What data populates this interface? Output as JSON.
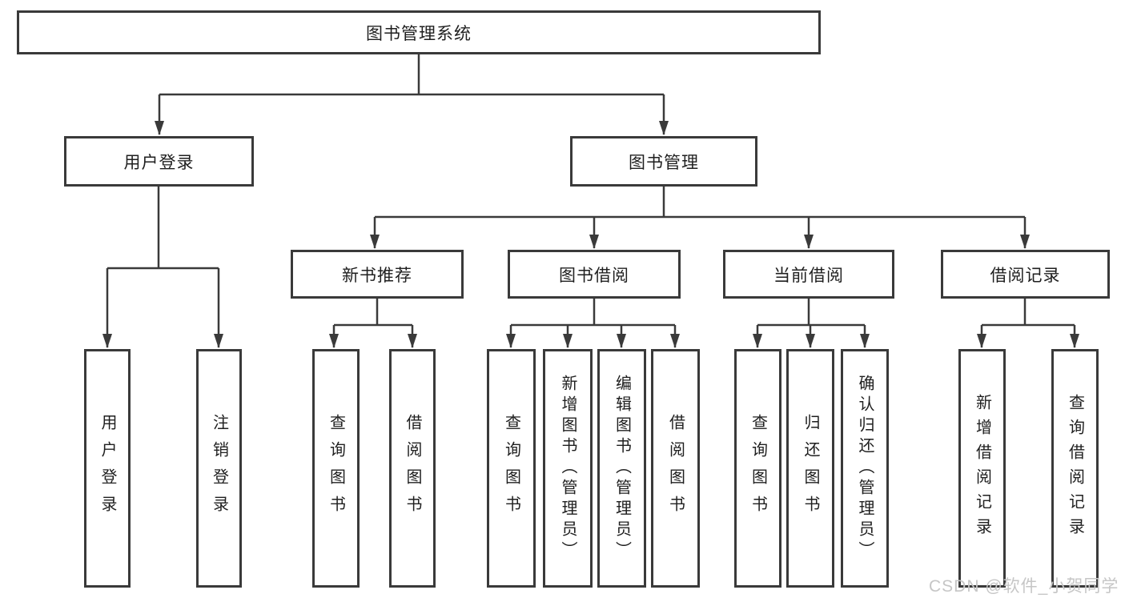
{
  "diagram": {
    "root": {
      "label": "图书管理系统"
    },
    "level2": [
      {
        "label": "用户登录"
      },
      {
        "label": "图书管理"
      }
    ],
    "level3": [
      {
        "label": "新书推荐"
      },
      {
        "label": "图书借阅"
      },
      {
        "label": "当前借阅"
      },
      {
        "label": "借阅记录"
      }
    ],
    "leaves": {
      "user_login": [
        {
          "label": "用户登录"
        },
        {
          "label": "注销登录"
        }
      ],
      "new_book_recommend": [
        {
          "label": "查询图书"
        },
        {
          "label": "借阅图书"
        }
      ],
      "book_borrow": [
        {
          "label": "查询图书"
        },
        {
          "label": "新增图书（管理员）"
        },
        {
          "label": "编辑图书（管理员）"
        },
        {
          "label": "借阅图书"
        }
      ],
      "current_borrow": [
        {
          "label": "查询图书"
        },
        {
          "label": "归还图书"
        },
        {
          "label": "确认归还（管理员）"
        }
      ],
      "borrow_records": [
        {
          "label": "新增借阅记录"
        },
        {
          "label": "查询借阅记录"
        }
      ]
    }
  },
  "watermark": {
    "text": "CSDN @软件_小贺同学"
  },
  "colors": {
    "line": "#3a3a3a",
    "box_border": "#3a3a3a",
    "text": "#1f1f1f",
    "watermark": "#c6c6c6"
  }
}
